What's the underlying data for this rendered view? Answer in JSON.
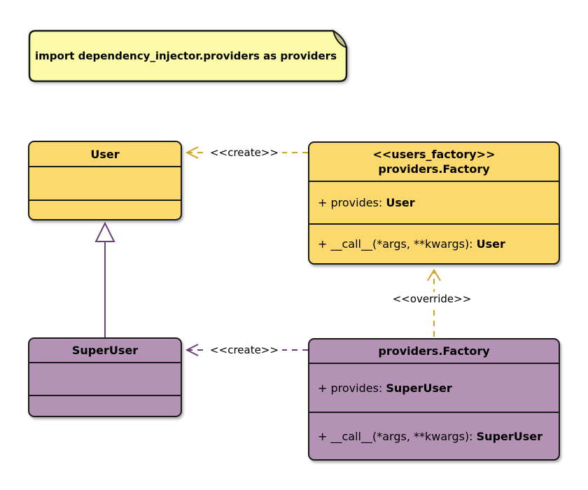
{
  "note": {
    "text": "import dependency_injector.providers as providers"
  },
  "classes": {
    "user": {
      "title": "User"
    },
    "super_user": {
      "title": "SuperUser"
    },
    "users_factory": {
      "stereotype": "<<users_factory>>",
      "title": "providers.Factory",
      "provides_prefix": "+ provides: ",
      "provides_type": "User",
      "call_prefix": "+ __call__(*args, **kwargs): ",
      "call_type": "User"
    },
    "super_users_factory": {
      "title": "providers.Factory",
      "provides_prefix": "+ provides: ",
      "provides_type": "SuperUser",
      "call_prefix": "+ __call__(*args, **kwargs): ",
      "call_type": "SuperUser"
    }
  },
  "edges": {
    "create_user_label": "<<create>>",
    "create_super_user_label": "<<create>>",
    "override_label": "<<override>>"
  },
  "colors": {
    "class_yellow_fill": "#FBD96D",
    "class_purple_fill": "#B392B5",
    "note_fill": "#FBFBA7",
    "note_fold_fill": "#C5C58C",
    "gold_line": "#D3A126",
    "purple_line": "#6B4078",
    "border": "#191919",
    "text": "#000000"
  }
}
